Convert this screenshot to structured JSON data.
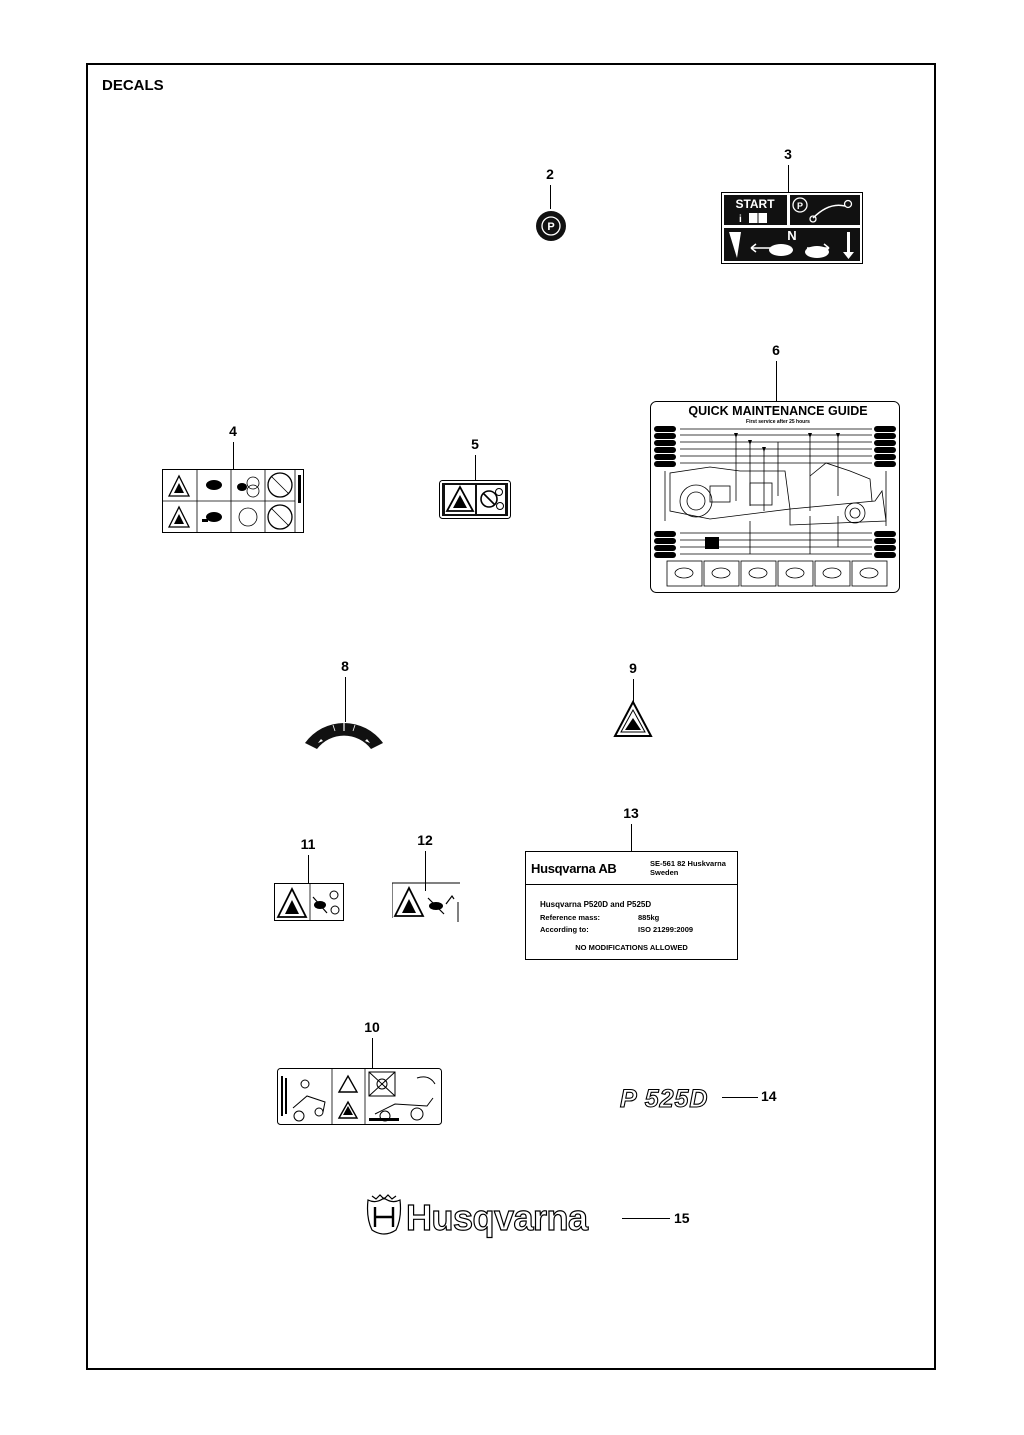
{
  "page": {
    "title": "DECALS"
  },
  "callouts": {
    "c2": "2",
    "c3": "3",
    "c4": "4",
    "c5": "5",
    "c6": "6",
    "c8": "8",
    "c9": "9",
    "c10": "10",
    "c11": "11",
    "c12": "12",
    "c13": "13",
    "c14": "14",
    "c15": "15"
  },
  "decal2": {
    "symbol": "P"
  },
  "decal3": {
    "start": "START",
    "park": "P",
    "neutral": "N"
  },
  "decal6": {
    "heading": "QUICK MAINTENANCE GUIDE",
    "subheading": "First service after 25 hours"
  },
  "decal13": {
    "brand": "Husqvarna AB",
    "address_line1": "SE-561 82 Huskvarna",
    "address_line2": "Sweden",
    "model_line": "Husqvarna P520D and P525D",
    "mass_label": "Reference mass:",
    "mass_value": "885kg",
    "standard_label": "According to:",
    "standard_value": "ISO 21299:2009",
    "footer": "NO MODIFICATIONS ALLOWED"
  },
  "decal14": {
    "model": "P 525D"
  },
  "decal15": {
    "logo": "Husqvarna"
  }
}
